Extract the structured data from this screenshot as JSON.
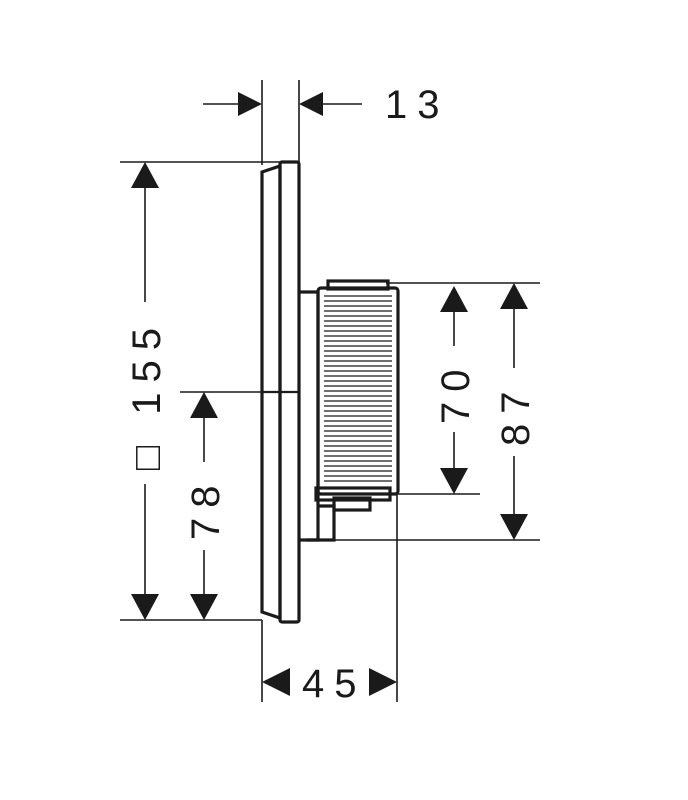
{
  "diagram": {
    "dimensions": {
      "plate_thickness": "13",
      "plate_size": "□ 155",
      "center_height": "78",
      "knob_inner_height": "70",
      "knob_outer_height": "87",
      "total_depth": "45"
    },
    "colors": {
      "line": "#1a1a1a",
      "background": "#ffffff"
    }
  }
}
